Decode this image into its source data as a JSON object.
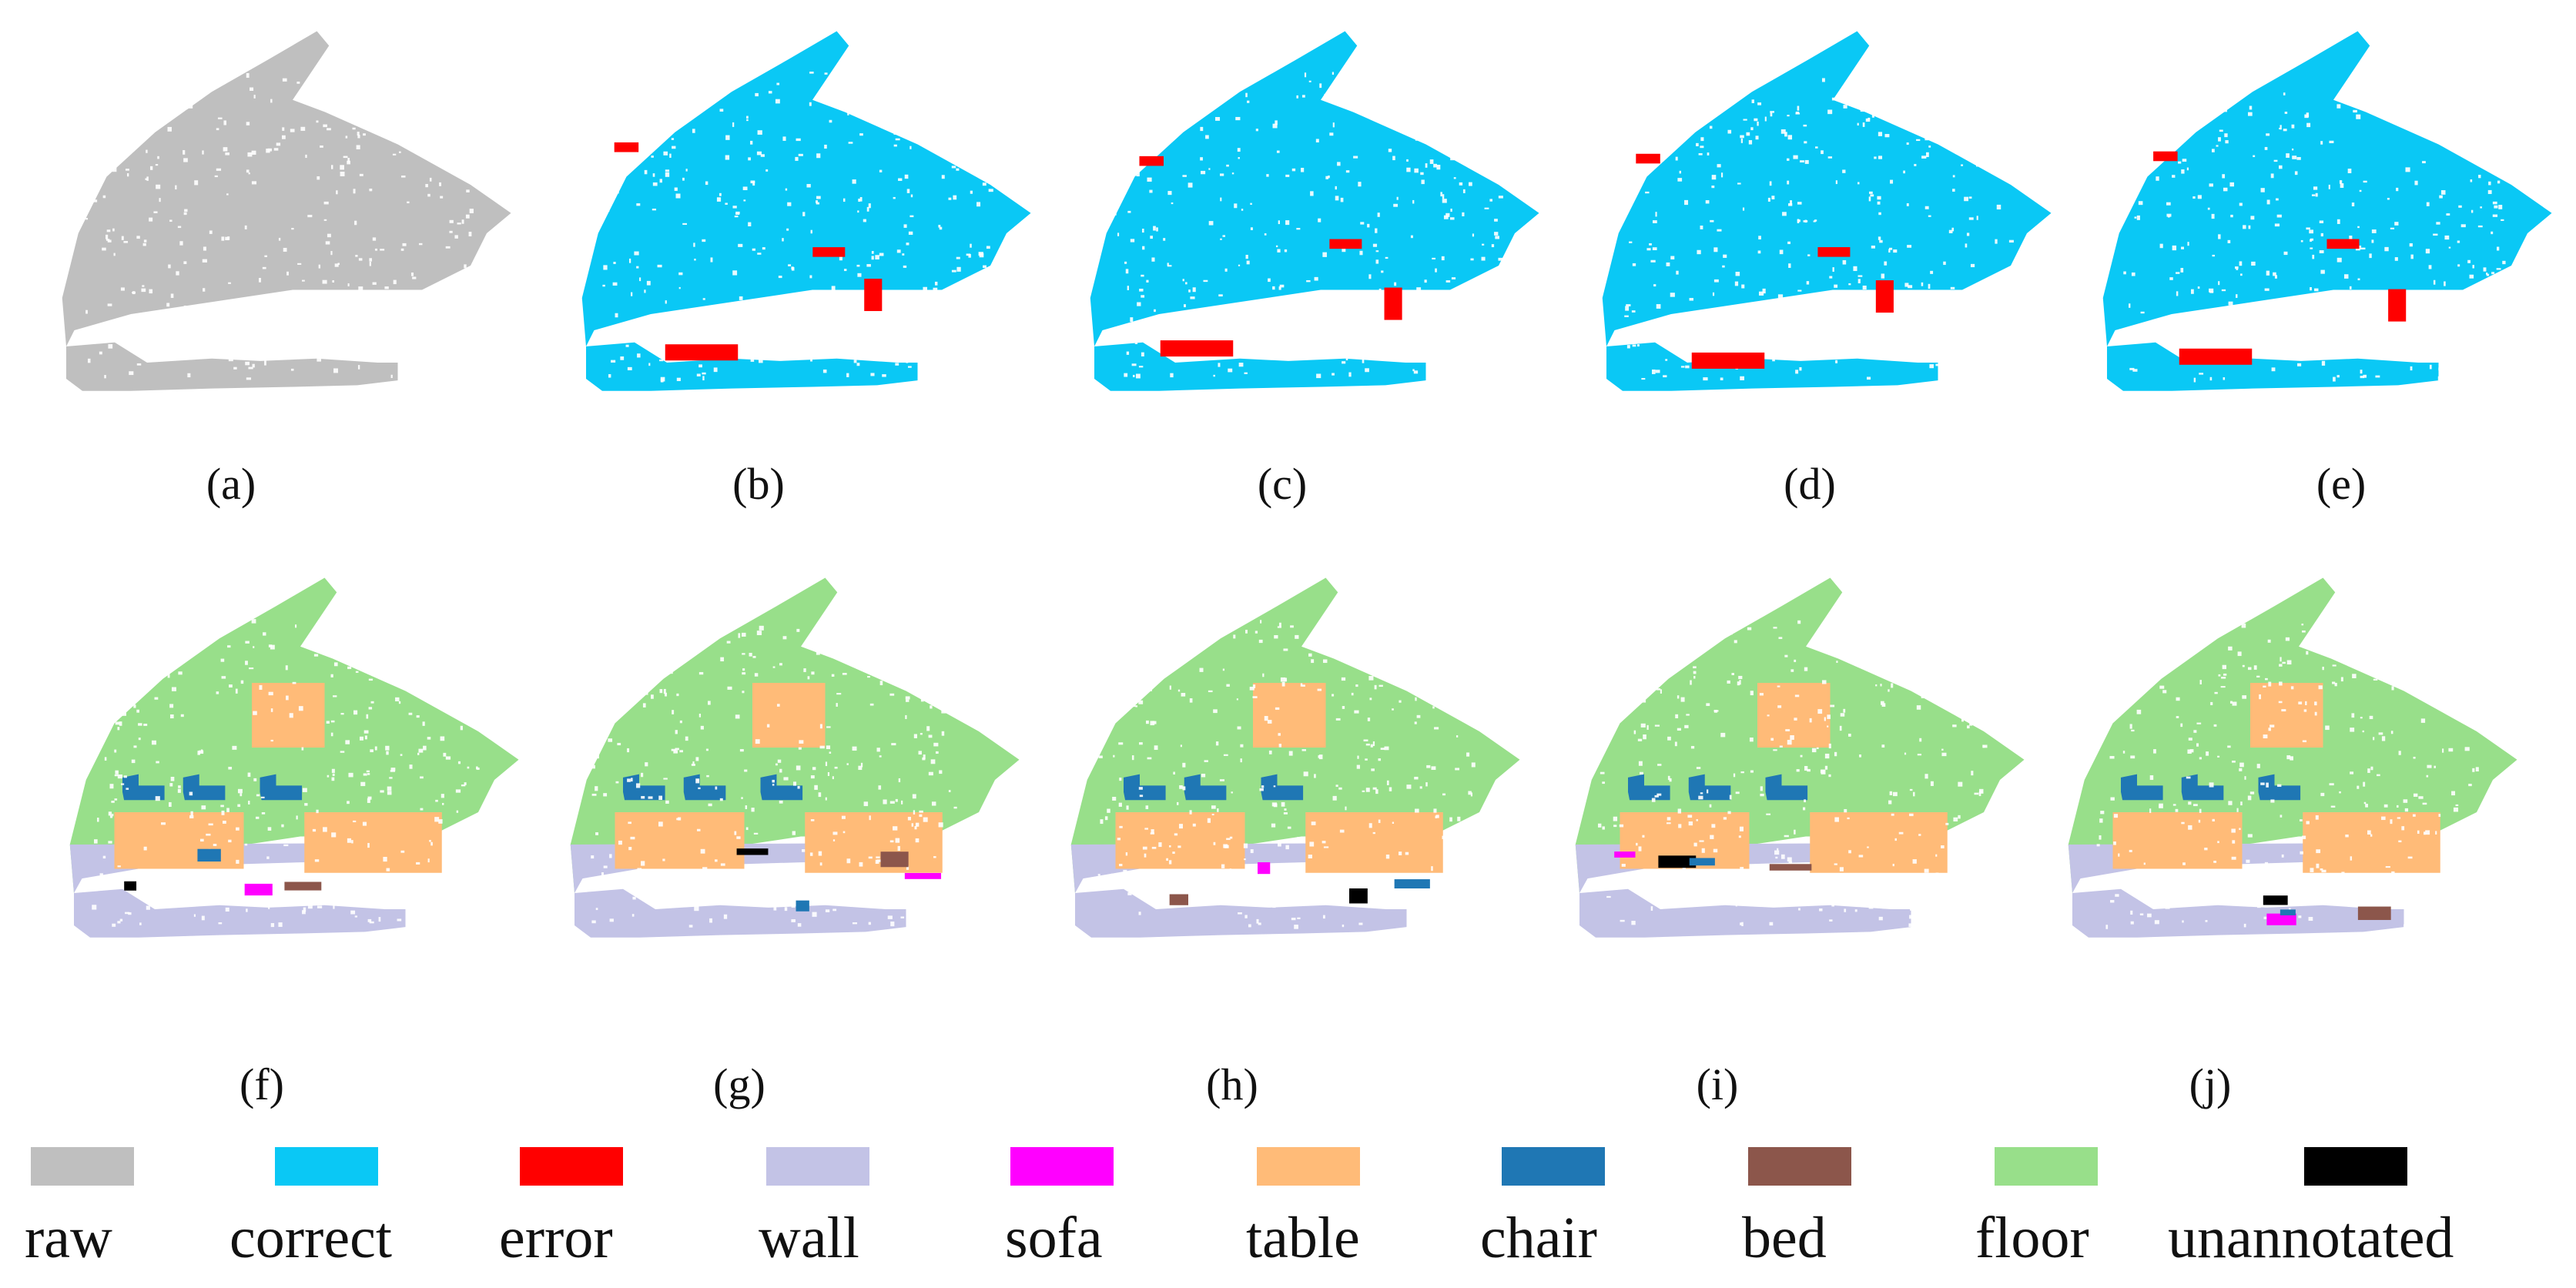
{
  "panels": [
    {
      "id": "a",
      "caption": "(a)",
      "mode": "raw"
    },
    {
      "id": "b",
      "caption": "(b)",
      "mode": "error"
    },
    {
      "id": "c",
      "caption": "(c)",
      "mode": "error"
    },
    {
      "id": "d",
      "caption": "(d)",
      "mode": "error"
    },
    {
      "id": "e",
      "caption": "(e)",
      "mode": "error"
    },
    {
      "id": "f",
      "caption": "(f)",
      "mode": "semantic"
    },
    {
      "id": "g",
      "caption": "(g)",
      "mode": "semantic"
    },
    {
      "id": "h",
      "caption": "(h)",
      "mode": "semantic"
    },
    {
      "id": "i",
      "caption": "(i)",
      "mode": "semantic"
    },
    {
      "id": "j",
      "caption": "(j)",
      "mode": "semantic"
    }
  ],
  "legend": [
    {
      "label": "raw",
      "color": "#bfbfbf"
    },
    {
      "label": "correct",
      "color": "#0ac8f5"
    },
    {
      "label": "error",
      "color": "#ff0000"
    },
    {
      "label": "wall",
      "color": "#c3c3e6"
    },
    {
      "label": "sofa",
      "color": "#ff00ff"
    },
    {
      "label": "table",
      "color": "#ffbb78"
    },
    {
      "label": "chair",
      "color": "#1f77b4"
    },
    {
      "label": "bed",
      "color": "#8c564b"
    },
    {
      "label": "floor",
      "color": "#98df8a"
    },
    {
      "label": "unannotated",
      "color": "#000000"
    }
  ]
}
